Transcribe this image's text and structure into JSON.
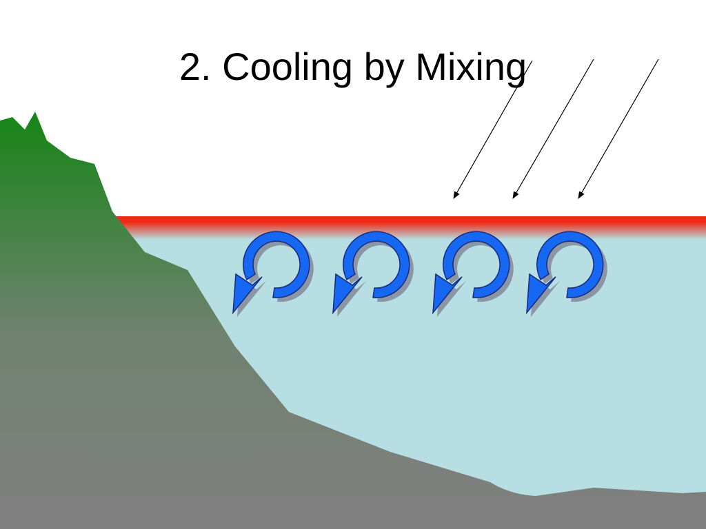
{
  "slide": {
    "title": "2.  Cooling by Mixing"
  },
  "colors": {
    "background": "#ffffff",
    "water": "#b7dfe3",
    "surface_layer_hot": "#ee2a15",
    "mountain_top": "#168516",
    "mountain_bottom": "#808080",
    "arrow_fill": "#1668f2",
    "arrow_outline": "#1a2a7a",
    "arrow_shadow": "#8a96a6",
    "sun_ray": "#000000"
  },
  "icons": {
    "mixing_arrow": "circular-arrow-icon",
    "sun_ray": "arrow-icon"
  },
  "diagram": {
    "mixing_eddy_count": 4,
    "sun_ray_count": 3
  }
}
